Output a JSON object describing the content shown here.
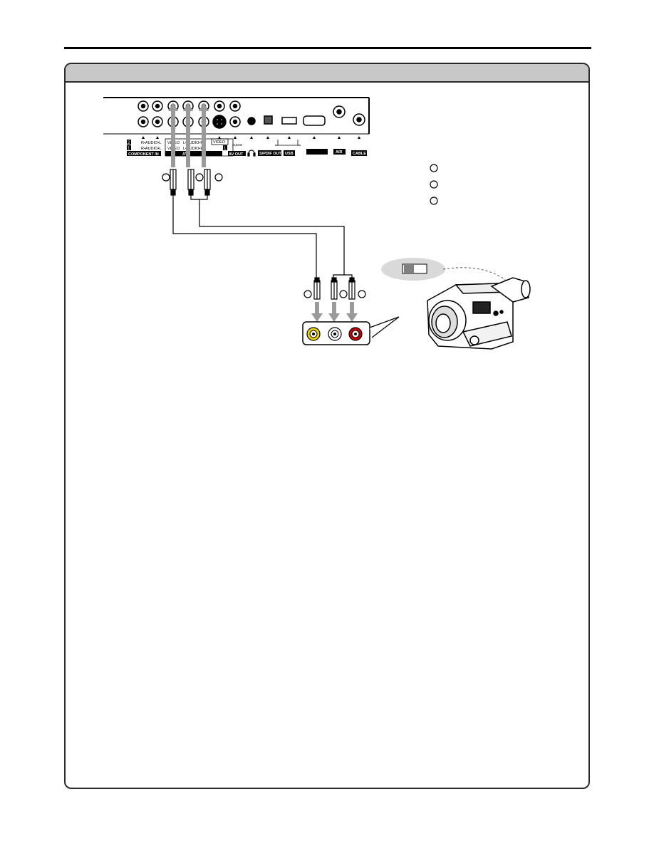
{
  "panel": {
    "labels": {
      "audio_r_l": "R•AUDIO•L",
      "component_in": "COMPONENT IN",
      "comp_num_2": "2",
      "comp_num_1": "1",
      "video": "VIDEO",
      "audio_l_r": "L•AUDIO•R",
      "av": "AV",
      "av_num": "1",
      "av_out": "AV OUT",
      "audio_out": "AUDIO",
      "spdif_out": "S/PDIF OUT",
      "usb": "USB",
      "air": "AIR",
      "cable": "CABLE"
    }
  },
  "colors": {
    "video_jack": "#f2d600",
    "audio_left_jack": "#ffffff",
    "audio_right_jack": "#cc0000",
    "header_band": "#c8c8c8",
    "arrow_gray": "#9a9a9a"
  },
  "icons": {
    "headphone": "headphone-icon",
    "camcorder": "camcorder-icon"
  }
}
